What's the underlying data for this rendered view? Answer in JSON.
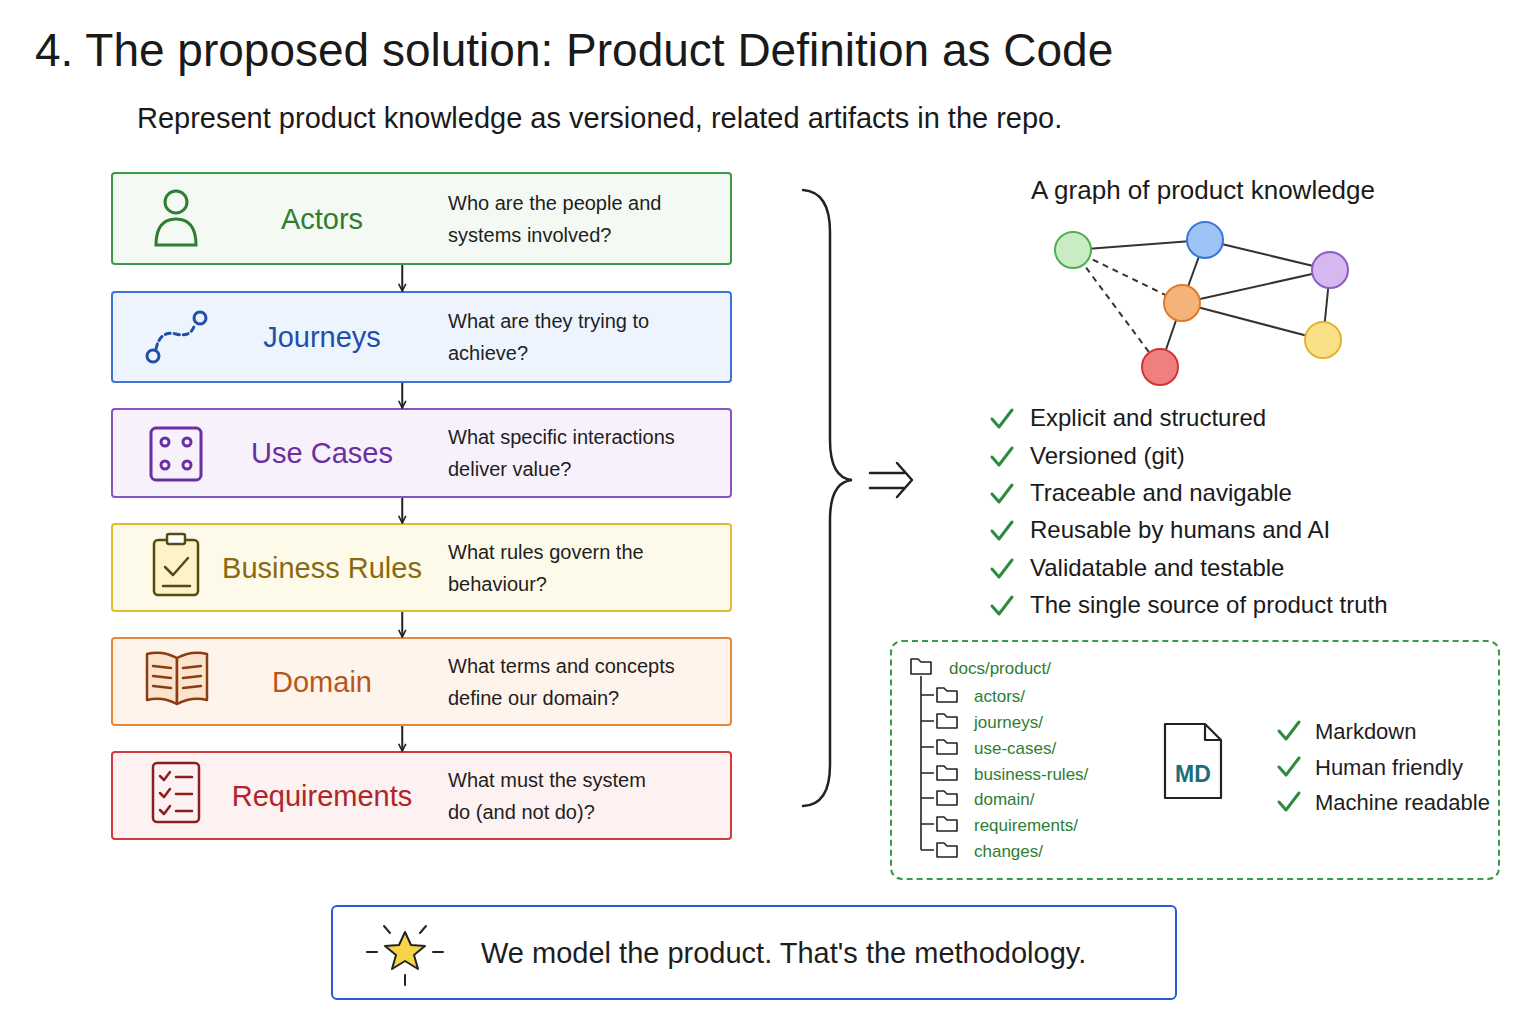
{
  "diagram": {
    "title": "4. The proposed solution: Product Definition as Code",
    "nodes": [
      {
        "text": [
          "Actors",
          "Who are the people and systems involved?"
        ]
      },
      {
        "text": [
          "Journeys",
          "What are they trying to achieve?"
        ]
      },
      {
        "text": [
          "Use Cases",
          "What specific interactions deliver value?"
        ]
      },
      {
        "text": [
          "Business Rules",
          "What rules govern the behaviour?"
        ]
      },
      {
        "text": [
          "Domain",
          "What terms and concepts define our domain?"
        ]
      },
      {
        "text": [
          "Requirements",
          "What must the system do (and not do)?"
        ]
      },
      {
        "text": [
          "docs/product/",
          "actors/",
          "journeys/",
          "use-cases/",
          "business-rules/",
          "domain/",
          "requirements/",
          "changes/",
          "Markdown",
          "Human friendly",
          "Machine readable"
        ]
      },
      {
        "text": [
          "MD"
        ],
        "in": 6
      },
      {
        "text": [
          "We model the product. That's the methodology."
        ]
      }
    ],
    "edges": [
      {
        "from": 0,
        "to": 1,
        "arrow": "to"
      },
      {
        "from": 1,
        "to": 2,
        "arrow": "to"
      },
      {
        "from": 2,
        "to": 3,
        "arrow": "to"
      },
      {
        "from": 3,
        "to": 4,
        "arrow": "to"
      },
      {
        "from": 4,
        "to": 5,
        "arrow": "to"
      }
    ],
    "labels": [
      "Represent product knowledge as versioned, related artifacts in the repo.",
      "A graph of product knowledge",
      "Explicit and structured",
      "Versioned (git)",
      "Traceable and navigable",
      "Reusable by humans and AI",
      "Validatable and testable",
      "The single source of product truth"
    ]
  }
}
